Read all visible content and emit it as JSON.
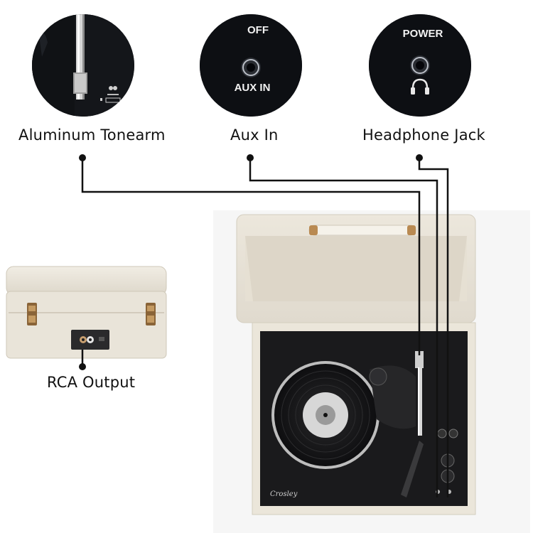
{
  "callouts": {
    "tonearm_label": "Aluminum Tonearm",
    "aux_label": "Aux In",
    "headphone_label": "Headphone Jack",
    "rca_label": "RCA Output"
  },
  "jack_panel": {
    "off_text": "OFF",
    "aux_in_text": "AUX IN",
    "power_text": "POWER"
  },
  "brand_script": "Crosley",
  "colors": {
    "cream": "#ece7dc",
    "panel_black": "#1a1a1c",
    "line": "#111111",
    "brass": "#b98a52"
  },
  "icons": [
    "headphone-icon",
    "callout-dot-icon"
  ]
}
